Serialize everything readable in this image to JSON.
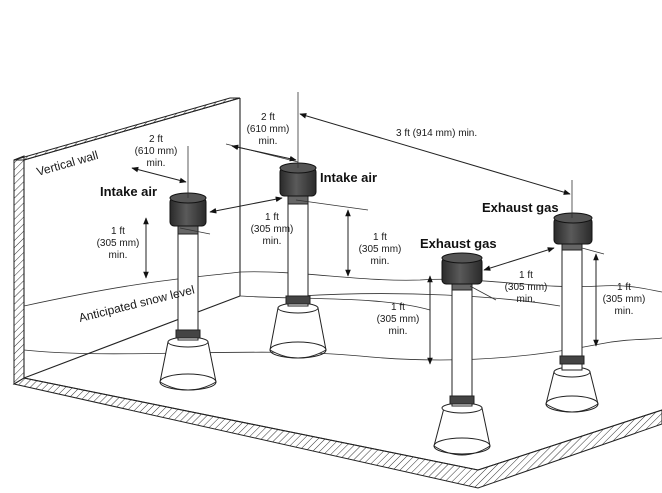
{
  "labels": {
    "vertical_wall": "Vertical wall",
    "snow_level": "Anticipated snow level",
    "intake_1": "Intake air",
    "intake_2": "Intake air",
    "exhaust_1": "Exhaust gas",
    "exhaust_2": "Exhaust gas"
  },
  "dimensions": {
    "wall_to_intake1": [
      "2 ft",
      "(610 mm)",
      "min."
    ],
    "wall_to_intake2": [
      "2 ft",
      "(610 mm)",
      "min."
    ],
    "intake_to_exhaust": "3 ft (914 mm) min.",
    "intake1_height": [
      "1 ft",
      "(305 mm)",
      "min."
    ],
    "intake1_to_intake2": [
      "1 ft",
      "(305 mm)",
      "min."
    ],
    "intake2_height": [
      "1 ft",
      "(305 mm)",
      "min."
    ],
    "exhaust1_height": [
      "1 ft",
      "(305 mm)",
      "min."
    ],
    "exhaust1_to_exhaust2": [
      "1 ft",
      "(305 mm)",
      "min."
    ],
    "exhaust2_height": [
      "1 ft",
      "(305 mm)",
      "min."
    ]
  },
  "colors": {
    "line": "#222222",
    "cap": "#3a3a3a",
    "background": "#ffffff"
  }
}
